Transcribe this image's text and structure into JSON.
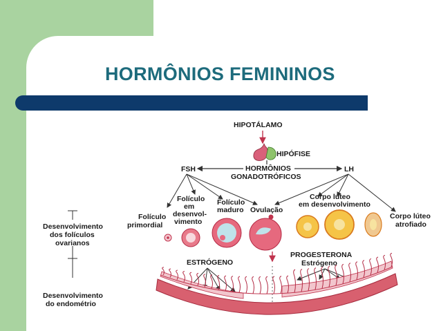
{
  "slide": {
    "title": "HORMÔNIOS FEMININOS",
    "colors": {
      "accent_green": "#a9d3a0",
      "title_text": "#1d6b7c",
      "title_bar": "#0e3a6b"
    }
  },
  "diagram": {
    "hipotalamo": "HIPOTÁLAMO",
    "hipofise": "HIPÓFISE",
    "hormonios_1": "HORMÔNIOS",
    "hormonios_2": "GONADOTRÓFICOS",
    "fsh": "FSH",
    "lh": "LH",
    "foliculo_primordial_1": "Folículo",
    "foliculo_primordial_2": "primordial",
    "foliculo_desenvol_1": "Folículo",
    "foliculo_desenvol_2": "em",
    "foliculo_desenvol_3": "desenvol-",
    "foliculo_desenvol_4": "vimento",
    "foliculo_maduro_1": "Folículo",
    "foliculo_maduro_2": "maduro",
    "ovulacao": "Ovulação",
    "corpo_luteo_desenv_1": "Corpo lúteo",
    "corpo_luteo_desenv_2": "em desenvolvimento",
    "corpo_luteo_atrof_1": "Corpo lúteo",
    "corpo_luteo_atrof_2": "atrofiado",
    "desenv_foliculos_1": "Desenvolvimento",
    "desenv_foliculos_2": "dos folículos",
    "desenv_foliculos_3": "ovarianos",
    "desenv_endometrio_1": "Desenvolvimento",
    "desenv_endometrio_2": "do endométrio",
    "estrogeno": "ESTRÓGENO",
    "progesterona": "PROGESTERONA",
    "estrogeno_small": "Estrógeno"
  }
}
